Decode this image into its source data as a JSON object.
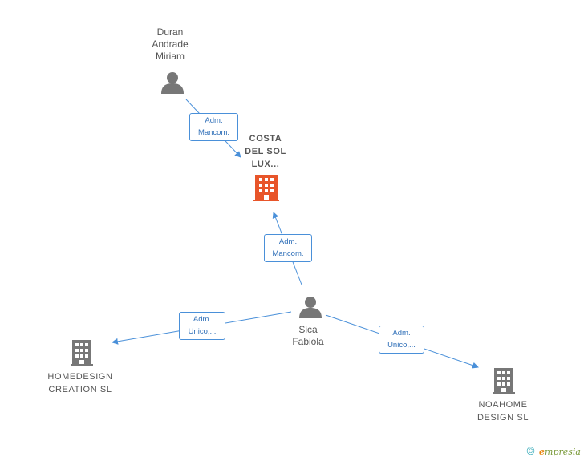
{
  "nodes": {
    "focus": {
      "label": "COSTA\nDEL SOL\nLUX...",
      "icon": "building-icon",
      "color": "#e8552a"
    },
    "duran": {
      "label": "Duran\nAndrade\nMiriam",
      "icon": "person-icon",
      "color": "#777777"
    },
    "sica": {
      "label": "Sica\nFabiola",
      "icon": "person-icon",
      "color": "#777777"
    },
    "homedesign": {
      "label": "HOMEDESIGN\nCREATION SL",
      "icon": "building-icon",
      "color": "#777777"
    },
    "noahome": {
      "label": "NOAHOME\nDESIGN SL",
      "icon": "building-icon",
      "color": "#777777"
    }
  },
  "edges": [
    {
      "label": "Adm.\nMancom."
    },
    {
      "label": "Adm.\nMancom."
    },
    {
      "label": "Adm.\nUnico,..."
    },
    {
      "label": "Adm.\nUnico,..."
    }
  ],
  "edge_color": "#4a90d9",
  "watermark": {
    "copyright": "©",
    "brand_initial": "e",
    "brand_rest": "mpresia"
  }
}
